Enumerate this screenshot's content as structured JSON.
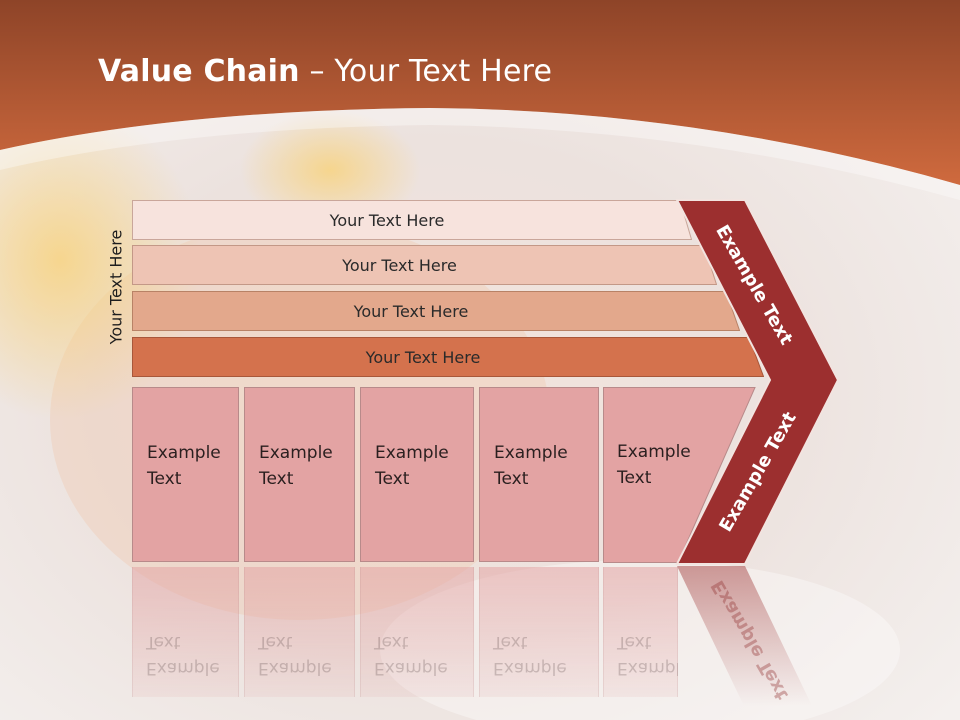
{
  "slide": {
    "title_bold": "Value Chain",
    "title_rest": " – Your Text Here",
    "side_label": "Your Text Here"
  },
  "rows": [
    {
      "label": "Your Text Here",
      "color": "#f7e3dd"
    },
    {
      "label": "Your Text Here",
      "color": "#eec4b4"
    },
    {
      "label": "Your Text Here",
      "color": "#e3a88c"
    },
    {
      "label": "Your Text Here",
      "color": "#d4724d"
    }
  ],
  "boxes": [
    {
      "label": "Example Text"
    },
    {
      "label": "Example Text"
    },
    {
      "label": "Example Text"
    },
    {
      "label": "Example Text"
    },
    {
      "label": "Example Text"
    }
  ],
  "chevron": {
    "upper_label": "Example Text",
    "lower_label": "Example Text",
    "color": "#9c2f2f"
  },
  "colors": {
    "header": "#c8643a",
    "box_fill": "#e3a3a3"
  }
}
